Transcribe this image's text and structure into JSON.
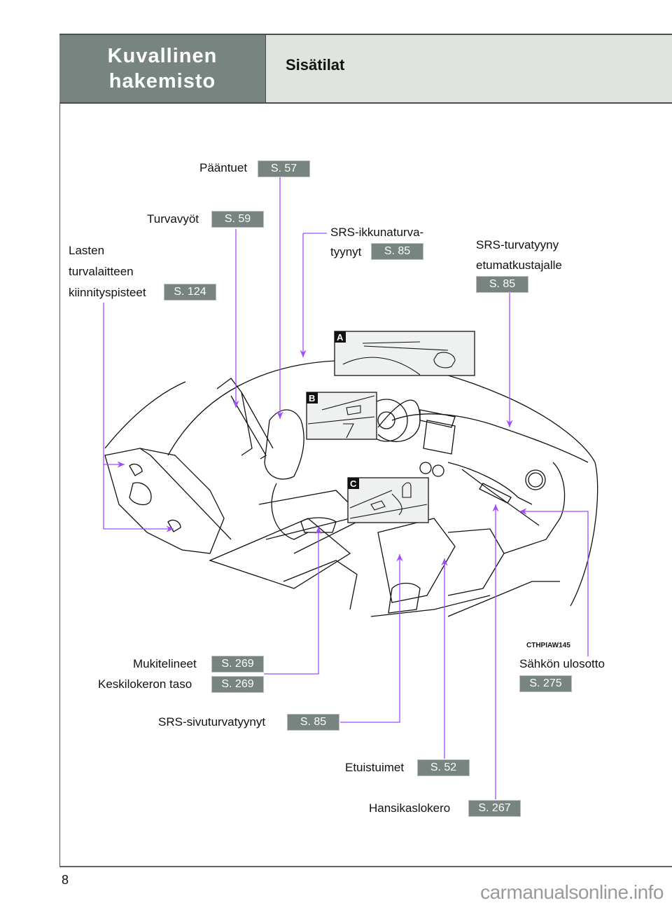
{
  "header": {
    "section_title_line1": "Kuvallinen",
    "section_title_line2": "hakemisto",
    "page_title": "Sisätilat"
  },
  "colors": {
    "header_dark": "#77847f",
    "header_light": "#e0e4de",
    "badge": "#77847f",
    "leader_line": "#a24bff"
  },
  "callouts": [
    {
      "id": "paantuet",
      "label": "Pääntuet",
      "page": "S. 57"
    },
    {
      "id": "turvavyot",
      "label": "Turvavyöt",
      "page": "S. 59"
    },
    {
      "id": "lasten",
      "label_lines": [
        "Lasten",
        "turvalaitteen",
        "kiinnityspisteet"
      ],
      "page": "S. 124"
    },
    {
      "id": "srs-ikkuna",
      "label_lines": [
        "SRS-ikkunaturva-",
        "tyynyt"
      ],
      "page": "S. 85"
    },
    {
      "id": "srs-etumatkustaja",
      "label_lines": [
        "SRS-turvatyyny",
        "etumatkustajalle"
      ],
      "page": "S. 85"
    },
    {
      "id": "mukitelineet",
      "label": "Mukitelineet",
      "page": "S. 269"
    },
    {
      "id": "keskilokero",
      "label": "Keskilokeron taso",
      "page": "S. 269"
    },
    {
      "id": "srs-sivu",
      "label": "SRS-sivuturvatyynyt",
      "page": "S. 85"
    },
    {
      "id": "etuistuimet",
      "label": "Etuistuimet",
      "page": "S. 52"
    },
    {
      "id": "hansikaslokero",
      "label": "Hansikaslokero",
      "page": "S. 267"
    },
    {
      "id": "sahkon",
      "label": "Sähkön ulosotto",
      "page": "S. 275"
    }
  ],
  "insets": [
    "A",
    "B",
    "C"
  ],
  "illustration_code": "CTHPIAW145",
  "page_number": "8",
  "watermark": "carmanualsonline.info"
}
